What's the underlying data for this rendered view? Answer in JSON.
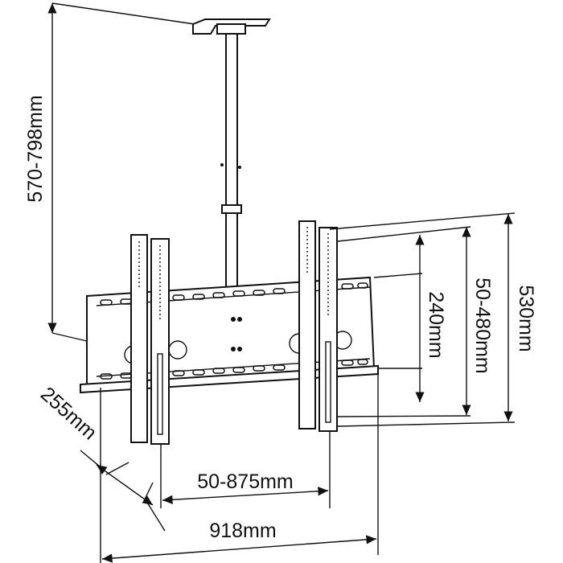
{
  "dimensions": {
    "ceiling_drop": "570-798mm",
    "inner_vertical": "240mm",
    "vertical_range": "50-480mm",
    "overall_height": "530mm",
    "depth": "255mm",
    "arm_spacing": "50-875mm",
    "overall_width": "918mm"
  }
}
